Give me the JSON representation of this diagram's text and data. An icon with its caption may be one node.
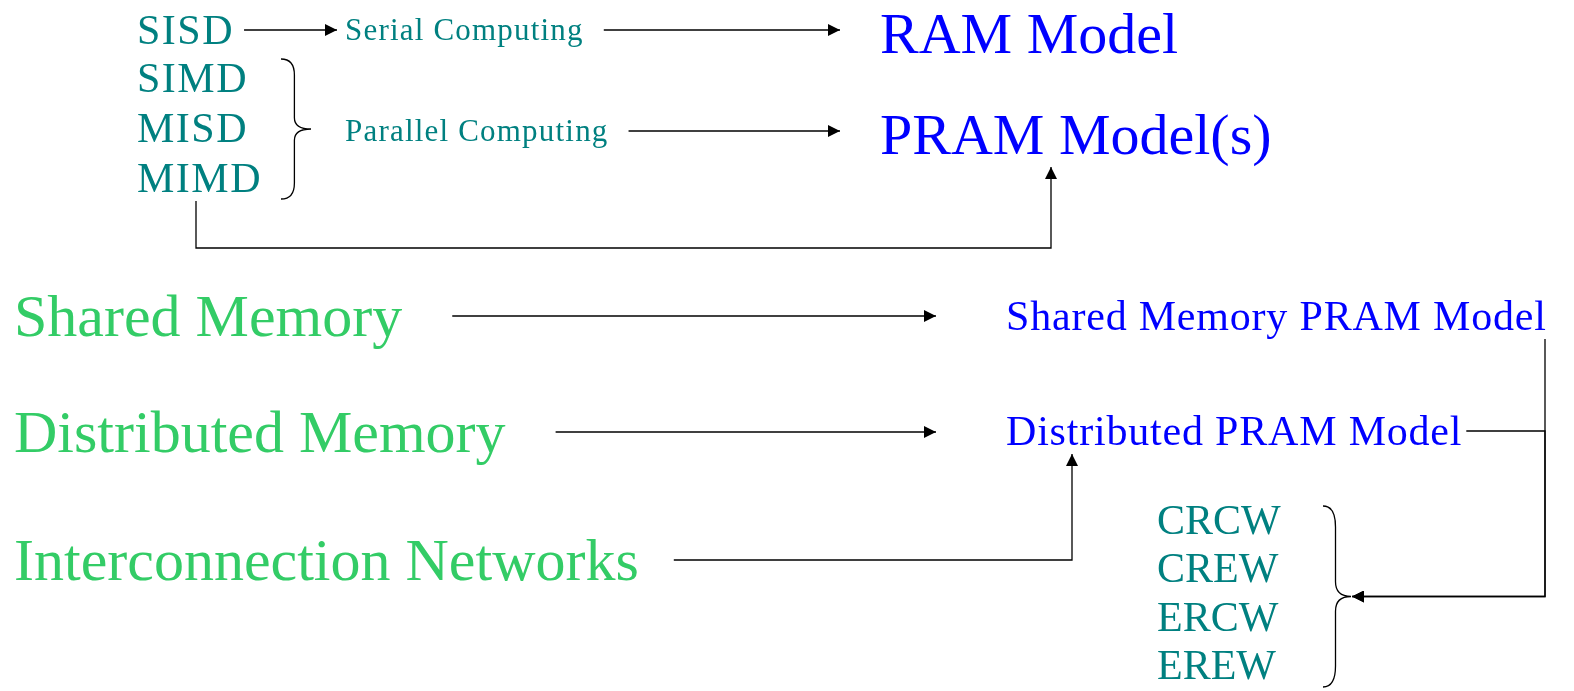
{
  "diagram": {
    "nodes": [
      {
        "text": [
          "SISD"
        ]
      },
      {
        "text": [
          "SIMD"
        ]
      },
      {
        "text": [
          "MISD"
        ]
      },
      {
        "text": [
          "MIMD"
        ]
      },
      {
        "text": [
          "Serial Computing"
        ]
      },
      {
        "text": [
          "Parallel Computing"
        ]
      },
      {
        "text": [
          "RAM Model"
        ]
      },
      {
        "text": [
          "PRAM Model(s)"
        ]
      },
      {
        "text": [
          "Shared Memory"
        ]
      },
      {
        "text": [
          "Distributed Memory"
        ]
      },
      {
        "text": [
          "Interconnection Networks"
        ]
      },
      {
        "text": [
          "Shared Memory PRAM Model"
        ]
      },
      {
        "text": [
          "Distributed PRAM Model"
        ]
      },
      {
        "text": [
          "CRCW"
        ]
      },
      {
        "text": [
          "CREW"
        ]
      },
      {
        "text": [
          "ERCW"
        ]
      },
      {
        "text": [
          "EREW"
        ]
      },
      {
        "text": [],
        "shape": "brace"
      }
    ],
    "edges": [
      {
        "from": 0,
        "to": 4,
        "arrow": "to"
      },
      {
        "from": 4,
        "to": 6,
        "arrow": "to"
      },
      {
        "from": 5,
        "to": 7,
        "arrow": "to"
      },
      {
        "from": 3,
        "to": 7,
        "arrow": "to"
      },
      {
        "from": 8,
        "to": 11,
        "arrow": "to"
      },
      {
        "from": 9,
        "to": 12,
        "arrow": "to"
      },
      {
        "from": 10,
        "to": 12,
        "arrow": "to"
      },
      {
        "from": 11,
        "to": 17,
        "arrow": "to"
      },
      {
        "from": 12,
        "to": 17,
        "arrow": "to"
      }
    ]
  }
}
